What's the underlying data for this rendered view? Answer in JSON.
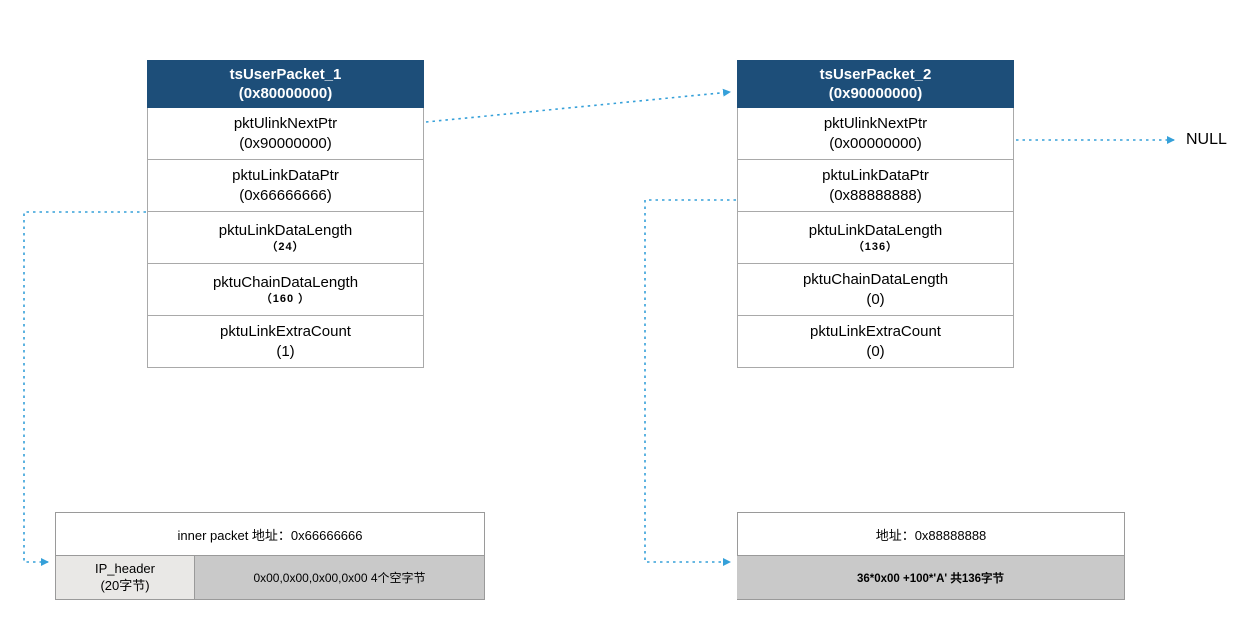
{
  "packets": [
    {
      "title": "tsUserPacket_1",
      "address": "(0x80000000)",
      "fields": [
        {
          "name": "pktUlinkNextPtr",
          "value": "(0x90000000)"
        },
        {
          "name": "pktuLinkDataPtr",
          "value": "(0x66666666)"
        },
        {
          "name": "pktuLinkDataLength",
          "value": "（24）"
        },
        {
          "name": "pktuChainDataLength",
          "value": "（160  ）"
        },
        {
          "name": "pktuLinkExtraCount",
          "value": "(1)"
        }
      ]
    },
    {
      "title": "tsUserPacket_2",
      "address": "(0x90000000)",
      "fields": [
        {
          "name": "pktUlinkNextPtr",
          "value": "(0x00000000)"
        },
        {
          "name": "pktuLinkDataPtr",
          "value": "(0x88888888)"
        },
        {
          "name": "pktuLinkDataLength",
          "value": "（136）"
        },
        {
          "name": "pktuChainDataLength",
          "value": "(0)"
        },
        {
          "name": "pktuLinkExtraCount",
          "value": "(0)"
        }
      ]
    }
  ],
  "null_label": "NULL",
  "buffers": {
    "left": {
      "header": "inner packet 地址：0x66666666",
      "cell_left_line1": "IP_header",
      "cell_left_line2": "(20字节)",
      "cell_right": "0x00,0x00,0x00,0x00 4个空字节"
    },
    "right": {
      "header": "地址：0x88888888",
      "cell": "36*0x00 +100*'A' 共136字节"
    }
  },
  "colors": {
    "header_bg": "#1d4e79",
    "arrow": "#35a0d9",
    "cell_gray_dark": "#c9c9c9",
    "cell_gray_light": "#e9e8e6"
  }
}
